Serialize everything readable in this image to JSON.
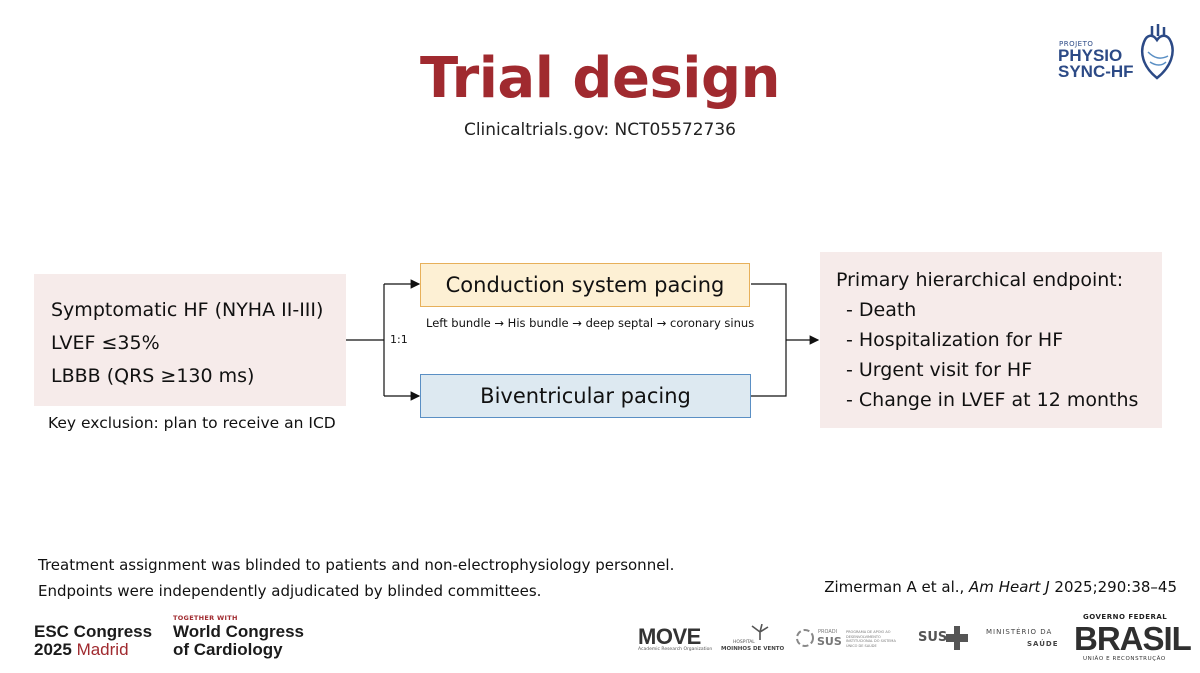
{
  "title": "Trial design",
  "subtitle": "Clinicaltrials.gov: NCT05572736",
  "inclusion": {
    "lines": [
      "Symptomatic HF (NYHA II-III)",
      "LVEF ≤35%",
      "LBBB (QRS ≥130 ms)"
    ],
    "exclusion": "Key exclusion: plan to receive an ICD"
  },
  "randomization_ratio": "1:1",
  "arms": {
    "csp": {
      "label": "Conduction system pacing",
      "sub": "Left bundle → His bundle → deep septal → coronary sinus"
    },
    "biv": {
      "label": "Biventricular pacing"
    }
  },
  "endpoint": {
    "heading": "Primary hierarchical endpoint:",
    "items": [
      "- Death",
      "- Hospitalization for HF",
      "- Urgent visit for HF",
      "- Change in LVEF at 12 months"
    ]
  },
  "notes": [
    "Treatment assignment was blinded to patients and non-electrophysiology personnel.",
    "Endpoints were independently adjudicated by blinded committees."
  ],
  "citation": {
    "authors": "Zimerman A et al., ",
    "journal": "Am Heart J",
    "details": " 2025;290:38–45"
  },
  "logos": {
    "projeto": "PROJETO",
    "physio": "PHYSIO",
    "sync": "SYNC-HF",
    "esc_line1": "ESC Congress",
    "esc_year": "2025",
    "esc_city": "Madrid",
    "together": "TOGETHER WITH",
    "wcc_line1": "World Congress",
    "wcc_line2": "of Cardiology",
    "move": "MOVE",
    "move_sub": "Academic Research Organization",
    "hospital": "HOSPITAL",
    "moinhos": "MOINHOS DE VENTO",
    "proadi": "PROADI",
    "sus": "SUS",
    "sus_desc": "PROGRAMA DE APOIO AO DESENVOLVIMENTO INSTITUCIONAL DO SISTEMA ÚNICO DE SAÚDE",
    "ministerio": "MINISTÉRIO DA",
    "saude": "SAÚDE",
    "gov": "GOVERNO FEDERAL",
    "brasil": "BRASIL",
    "uniao": "UNIÃO E RECONSTRUÇÃO"
  },
  "colors": {
    "title": "#a02a2f",
    "patient_box": "#f6ebea",
    "csp_fill": "#fdf0d4",
    "csp_border": "#e7b05a",
    "biv_fill": "#dde9f1",
    "biv_border": "#5a8fc4"
  }
}
